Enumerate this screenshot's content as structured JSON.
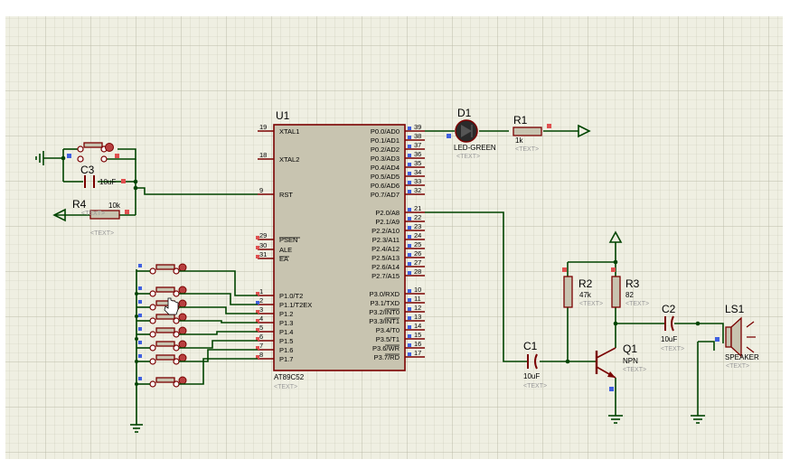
{
  "u1": {
    "ref": "U1",
    "part": "AT89C52",
    "text_ph": "<TEXT>",
    "left_pins": [
      {
        "num": "19",
        "label": "XTAL1"
      },
      {
        "num": "18",
        "label": "XTAL2"
      },
      {
        "num": "9",
        "label": "RST"
      },
      {
        "num": "29",
        "label": "PSEN"
      },
      {
        "num": "30",
        "label": "ALE"
      },
      {
        "num": "31",
        "label": "EA"
      },
      {
        "num": "1",
        "label": "P1.0/T2"
      },
      {
        "num": "2",
        "label": "P1.1/T2EX"
      },
      {
        "num": "3",
        "label": "P1.2"
      },
      {
        "num": "4",
        "label": "P1.3"
      },
      {
        "num": "5",
        "label": "P1.4"
      },
      {
        "num": "6",
        "label": "P1.5"
      },
      {
        "num": "7",
        "label": "P1.6"
      },
      {
        "num": "8",
        "label": "P1.7"
      }
    ],
    "right_pins": [
      {
        "num": "39",
        "label": "P0.0/AD0"
      },
      {
        "num": "38",
        "label": "P0.1/AD1"
      },
      {
        "num": "37",
        "label": "P0.2/AD2"
      },
      {
        "num": "36",
        "label": "P0.3/AD3"
      },
      {
        "num": "35",
        "label": "P0.4/AD4"
      },
      {
        "num": "34",
        "label": "P0.5/AD5"
      },
      {
        "num": "33",
        "label": "P0.6/AD6"
      },
      {
        "num": "32",
        "label": "P0.7/AD7"
      },
      {
        "num": "21",
        "label": "P2.0/A8"
      },
      {
        "num": "22",
        "label": "P2.1/A9"
      },
      {
        "num": "23",
        "label": "P2.2/A10"
      },
      {
        "num": "24",
        "label": "P2.3/A11"
      },
      {
        "num": "25",
        "label": "P2.4/A12"
      },
      {
        "num": "26",
        "label": "P2.5/A13"
      },
      {
        "num": "27",
        "label": "P2.6/A14"
      },
      {
        "num": "28",
        "label": "P2.7/A15"
      },
      {
        "num": "10",
        "label": "P3.0/RXD"
      },
      {
        "num": "11",
        "label": "P3.1/TXD"
      },
      {
        "num": "12",
        "label": "P3.2/INT0"
      },
      {
        "num": "13",
        "label": "P3.3/INT1"
      },
      {
        "num": "14",
        "label": "P3.4/T0"
      },
      {
        "num": "15",
        "label": "P3.5/T1"
      },
      {
        "num": "16",
        "label": "P3.6/WR"
      },
      {
        "num": "17",
        "label": "P3.7/RD"
      }
    ]
  },
  "d1": {
    "ref": "D1",
    "value": "LED-GREEN",
    "text_ph": "<TEXT>"
  },
  "r1": {
    "ref": "R1",
    "value": "1k",
    "text_ph": "<TEXT>"
  },
  "c3": {
    "ref": "C3",
    "value": "10uF"
  },
  "r4": {
    "ref": "R4",
    "value": "10k",
    "text_ph": "<TEXT>",
    "text_ph2": "<TEXT>"
  },
  "r2": {
    "ref": "R2",
    "value": "47k",
    "text_ph": "<TEXT>"
  },
  "r3": {
    "ref": "R3",
    "value": "82",
    "text_ph": "<TEXT>"
  },
  "c2": {
    "ref": "C2",
    "value": "10uF",
    "text_ph": "<TEXT>"
  },
  "c1": {
    "ref": "C1",
    "value": "10uF",
    "text_ph": "<TEXT>"
  },
  "q1": {
    "ref": "Q1",
    "value": "NPN",
    "text_ph": "<TEXT>"
  },
  "ls1": {
    "ref": "LS1",
    "value": "SPEAKER",
    "text_ph": "<TEXT>"
  },
  "keypad_buttons": 8
}
